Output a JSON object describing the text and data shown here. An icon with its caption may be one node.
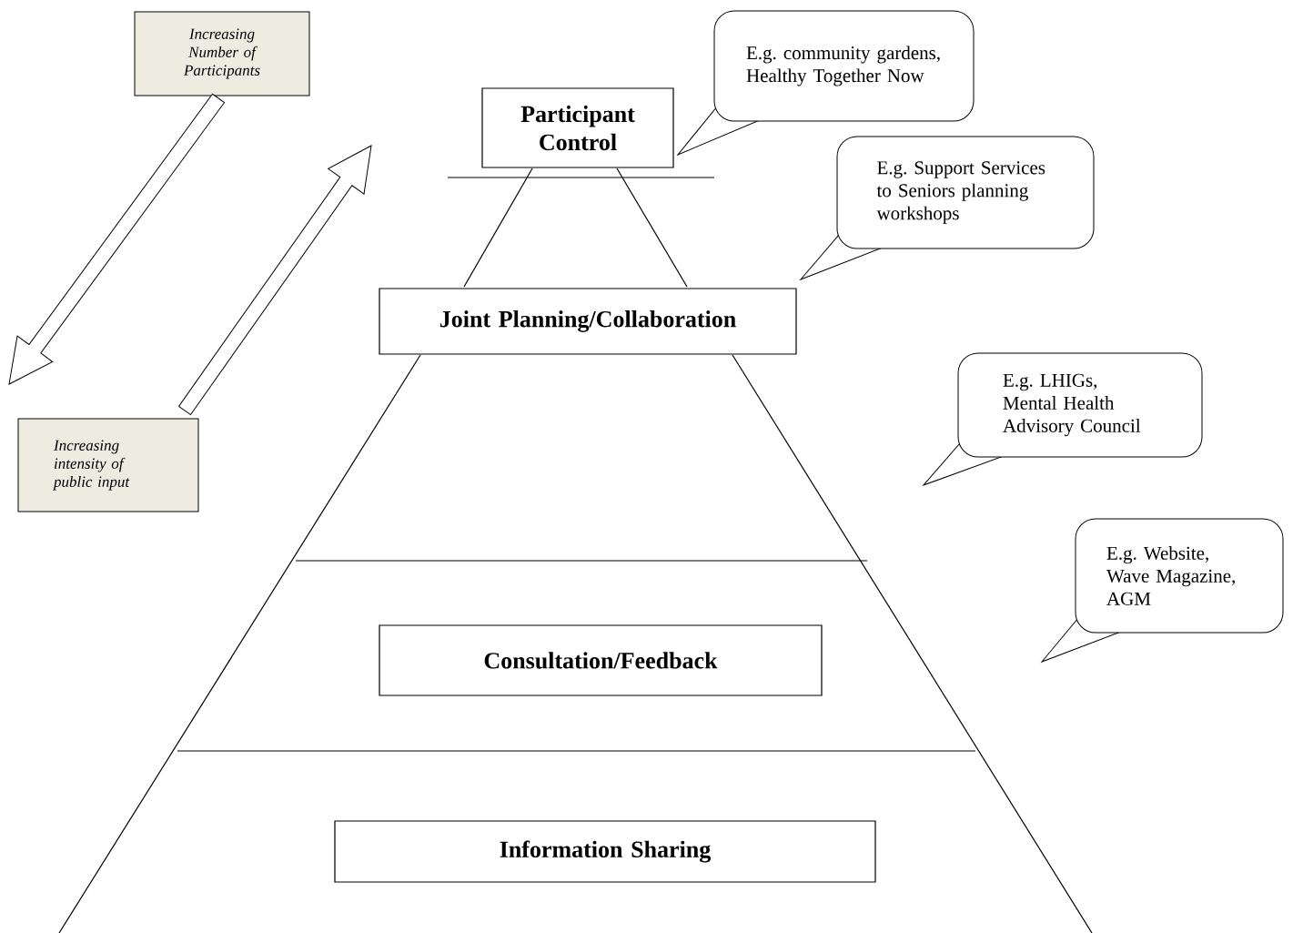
{
  "diagram": {
    "nodes": [
      {
        "text": [
          "Increasing Number of Participants"
        ]
      },
      {
        "text": [
          "Increasing intensity of public input"
        ]
      },
      {
        "text": [
          "Participant Control"
        ]
      },
      {
        "text": [
          "Joint Planning/Collaboration"
        ]
      },
      {
        "text": [
          "Consultation/Feedback"
        ]
      },
      {
        "text": [
          "Information Sharing"
        ]
      },
      {
        "text": [
          "E.g. community gardens, Healthy Together Now"
        ]
      },
      {
        "text": [
          "E.g. Support Services to Seniors planning workshops"
        ]
      },
      {
        "text": [
          "E.g. LHIGs, Mental Health Advisory Council"
        ]
      },
      {
        "text": [
          "E.g. Website, Wave Magazine, AGM"
        ]
      }
    ],
    "edges": [
      {
        "from": 0,
        "to": null,
        "arrow": "to"
      },
      {
        "from": 1,
        "to": null,
        "arrow": "to"
      }
    ]
  }
}
